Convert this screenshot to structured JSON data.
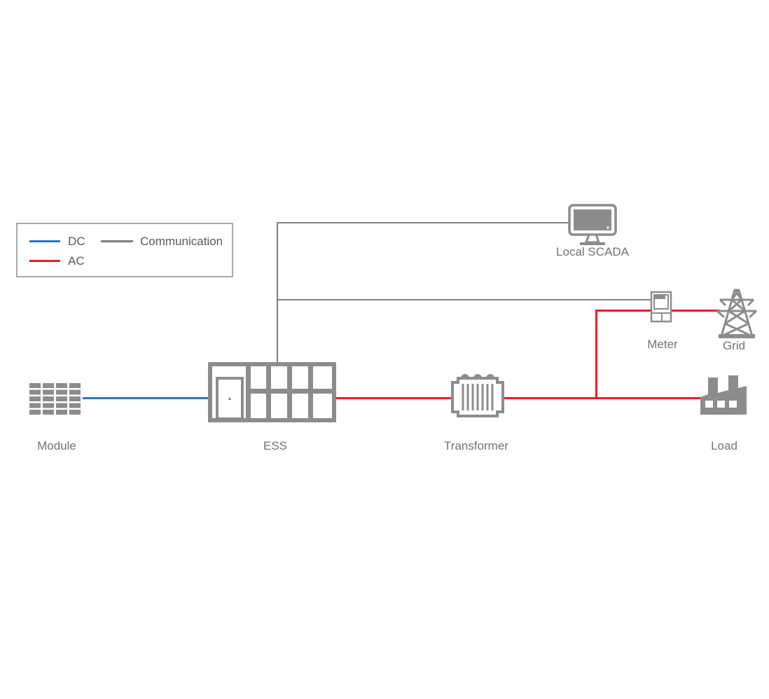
{
  "diagram": {
    "legend": {
      "dc_label": "DC",
      "ac_label": "AC",
      "communication_label": "Communication"
    },
    "nodes": {
      "module": {
        "label": "Module"
      },
      "ess": {
        "label": "ESS"
      },
      "transformer": {
        "label": "Transformer"
      },
      "load": {
        "label": "Load"
      },
      "meter": {
        "label": "Meter"
      },
      "grid": {
        "label": "Grid"
      },
      "scada": {
        "label": "Local SCADA"
      }
    },
    "connections": [
      {
        "from": "Module",
        "to": "ESS",
        "type": "DC"
      },
      {
        "from": "ESS",
        "to": "Transformer",
        "type": "AC"
      },
      {
        "from": "Transformer",
        "to": "Load",
        "type": "AC"
      },
      {
        "from": "AC line",
        "to": "Grid",
        "type": "AC",
        "through": "Meter"
      },
      {
        "from": "ESS",
        "to": "Local SCADA",
        "type": "Communication"
      },
      {
        "from": "ESS",
        "to": "Meter",
        "type": "Communication"
      }
    ],
    "colors": {
      "dc": "#2E75B6",
      "ac": "#ED1C24",
      "communication": "#7F7F7F",
      "icon_gray": "#8C8C8C",
      "label_text": "#737373"
    }
  }
}
